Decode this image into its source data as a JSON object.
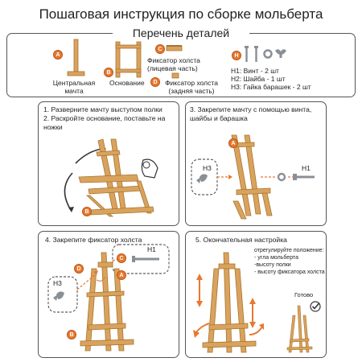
{
  "title": "Пошаговая инструкция по сборке мольберта",
  "parts": {
    "heading": "Перечень деталей",
    "a_badge": "A",
    "a_label_line1": "Центральная",
    "a_label_line2": "мачта",
    "b_badge": "B",
    "b_label": "Основание",
    "c_badge": "C",
    "c_label_line1": "Фиксатор холста",
    "c_label_line2": "(лицевая часть)",
    "d_badge": "D",
    "d_label_line1": "Фиксатор холста",
    "d_label_line2": "(задняя часть)",
    "h_badge": "H",
    "h1": "H1: Винт - 2 шт",
    "h2": "H2: Шайба - 1 шт",
    "h3": "H3: Гайка барашек - 2 шт"
  },
  "step1": {
    "line1": "1. Разверните мачту выступом полки",
    "line2": "2. Раскройте основание, поставьте на",
    "line3": "ножки",
    "b_badge": "B"
  },
  "step3": {
    "line1": "3. Закрепите мачту с помощью винта,",
    "line2": "шайбы и барашка",
    "a_badge": "A",
    "h3": "H3",
    "h1": "H1"
  },
  "step4": {
    "line1": "4. Закрепите фиксатор холста",
    "d_badge": "D",
    "c_badge": "C",
    "a_badge": "A",
    "b_badge": "B",
    "h1": "H1",
    "h3": "H3"
  },
  "step5": {
    "line1": "5. Окончательная настройка",
    "note1": "отрегулируйте положение:",
    "note2": "- угла мольберта",
    "note3": "-высоту полки",
    "note4": "- высоту фиксатора холста",
    "done": "Готово"
  },
  "colors": {
    "wood": "#d9a35e",
    "wood_dark": "#a8742f",
    "accent": "#e8782e",
    "metal": "#8a8f96"
  }
}
